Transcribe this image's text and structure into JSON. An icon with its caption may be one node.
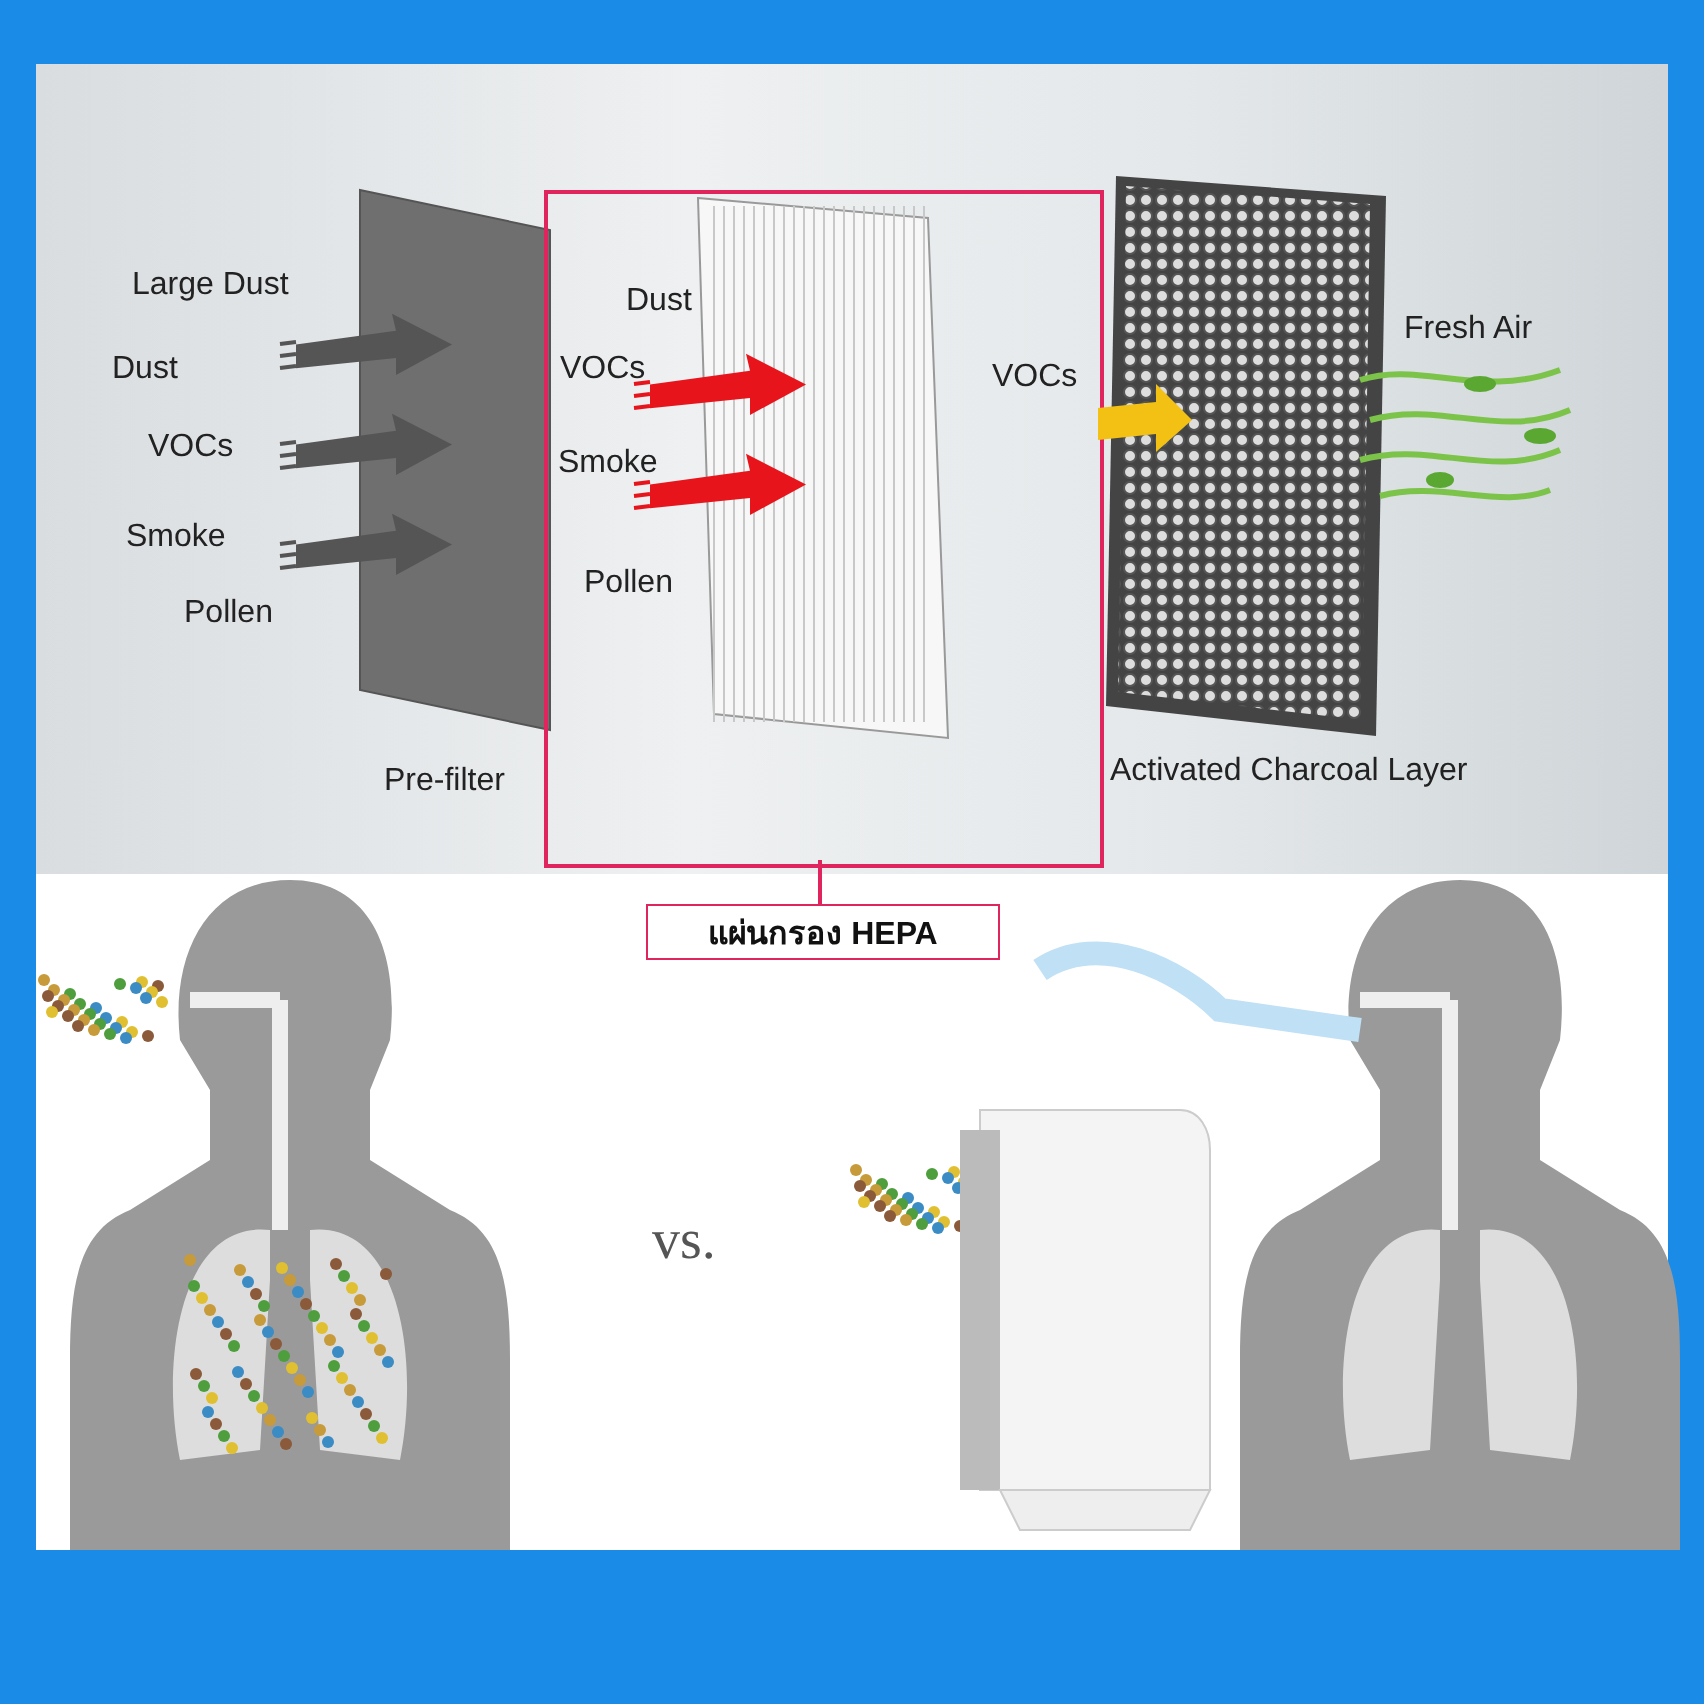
{
  "diagram": {
    "nodes": [
      {
        "text": [
          "Pre-filter"
        ]
      },
      {
        "text": [],
        "shape": "box"
      },
      {
        "text": [
          "แผ่นกรอง HEPA"
        ]
      },
      {
        "text": [
          "Activated Charcoal Layer"
        ]
      }
    ],
    "edges": [
      {
        "from": 2,
        "to": 1,
        "arrow": "none",
        "color": "#e0245e"
      },
      {
        "from": 1,
        "to": 3,
        "arrow": "to",
        "style": "thick",
        "color": "#f3c014"
      }
    ],
    "labels": [
      "Large Dust",
      "Dust",
      "VOCs",
      "Smoke",
      "Pollen",
      "Dust",
      "VOCs",
      "Smoke",
      "Pollen",
      "VOCs",
      "Fresh Air",
      "vs."
    ]
  }
}
